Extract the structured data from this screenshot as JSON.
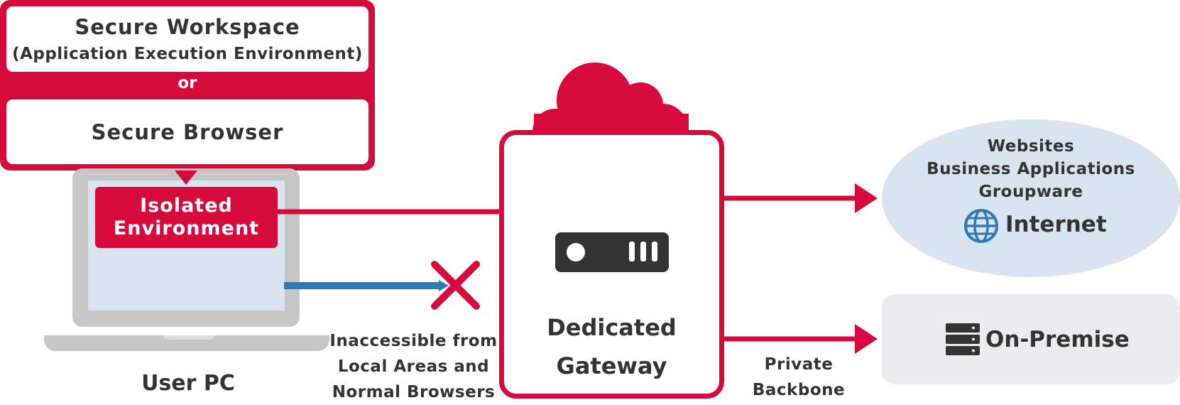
{
  "callout": {
    "option1_title": "Secure Workspace",
    "option1_subtitle": "(Application Execution Environment)",
    "or_label": "or",
    "option2_title": "Secure Browser"
  },
  "user_pc": {
    "isolated_line1": "Isolated",
    "isolated_line2": "Environment",
    "label": "User PC"
  },
  "blocked": {
    "line1": "Inaccessible from",
    "line2": "Local Areas and",
    "line3": "Normal Browsers"
  },
  "gateway": {
    "line1": "Dedicated",
    "line2": "Gateway"
  },
  "backbone": {
    "line1": "Private",
    "line2": "Backbone"
  },
  "internet": {
    "item1": "Websites",
    "item2": "Business Applications",
    "item3": "Groupware",
    "label": "Internet",
    "icon": "globe-icon"
  },
  "onpremise": {
    "label": "On-Premise",
    "icon": "server-stack-icon"
  },
  "colors": {
    "accent": "#d70a3c",
    "blue_line": "#2e79b6",
    "laptop_gray": "#c6c6c6",
    "light_blue": "#d8e4ef"
  }
}
